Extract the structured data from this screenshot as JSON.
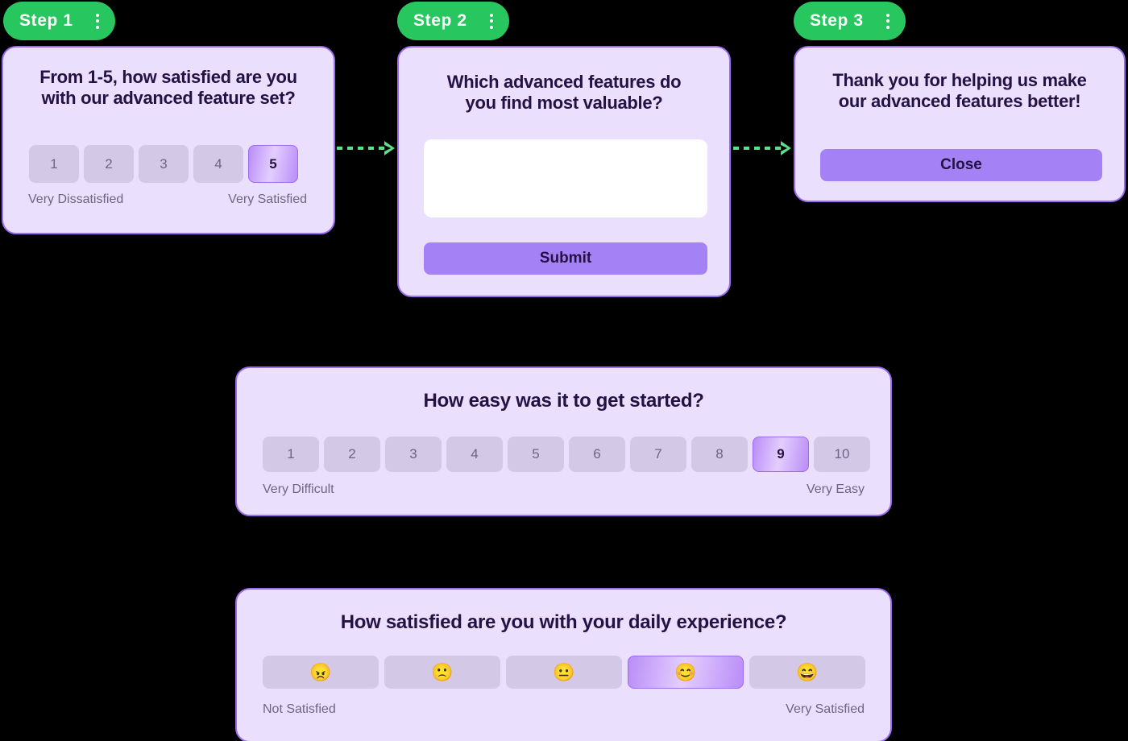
{
  "theme": {
    "background": "#000000",
    "card_bg": "#EAE0FD",
    "card_border": "#9B6BF0",
    "badge_green": "#27C65E",
    "accent_purple": "#A482F5",
    "title_color": "#241244",
    "muted_text": "#6E6486",
    "scale_btn_bg": "#D3C9E6",
    "connector_green": "#5CE08A"
  },
  "steps": [
    {
      "label": "Step 1",
      "menu_icon": "kebab-menu-icon"
    },
    {
      "label": "Step 2",
      "menu_icon": "kebab-menu-icon"
    },
    {
      "label": "Step 3",
      "menu_icon": "kebab-menu-icon"
    }
  ],
  "cards": {
    "step1": {
      "title": "From 1-5, how satisfied are you with our advanced feature set?",
      "options": [
        "1",
        "2",
        "3",
        "4",
        "5"
      ],
      "selected": "5",
      "anchor_low": "Very Dissatisfied",
      "anchor_high": "Very Satisfied"
    },
    "step2": {
      "title": "Which advanced features do you find most valuable?",
      "textarea_value": "",
      "textarea_placeholder": "",
      "submit_label": "Submit"
    },
    "step3": {
      "title": "Thank you for helping us make our advanced features better!",
      "close_label": "Close"
    },
    "ease": {
      "title": "How easy was it to get started?",
      "options": [
        "1",
        "2",
        "3",
        "4",
        "5",
        "6",
        "7",
        "8",
        "9",
        "10"
      ],
      "selected": "9",
      "anchor_low": "Very Difficult",
      "anchor_high": "Very Easy"
    },
    "daily": {
      "title": "How satisfied are you with your daily experience?",
      "options": [
        {
          "glyph": "😠",
          "name": "angry-face-emoji"
        },
        {
          "glyph": "🙁",
          "name": "frowning-face-emoji"
        },
        {
          "glyph": "😐",
          "name": "neutral-face-emoji"
        },
        {
          "glyph": "😊",
          "name": "smiling-face-emoji"
        },
        {
          "glyph": "😄",
          "name": "grinning-face-emoji"
        }
      ],
      "selected_index": 3,
      "anchor_low": "Not Satisfied",
      "anchor_high": "Very Satisfied"
    }
  },
  "connectors": [
    {
      "from": "step1",
      "to": "step2",
      "style": "dotted-arrow"
    },
    {
      "from": "step2",
      "to": "step3",
      "style": "dotted-arrow"
    }
  ]
}
